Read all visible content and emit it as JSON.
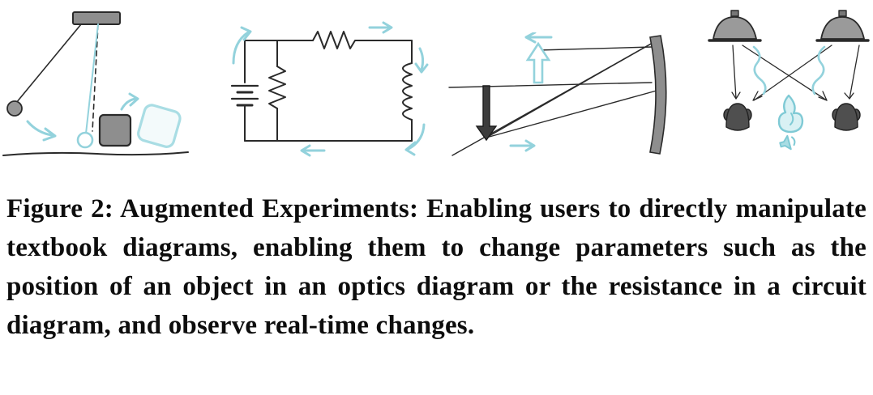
{
  "figure": {
    "caption": "Figure 2: Augmented Experiments: Enabling users to directly manipulate textbook diagrams, enabling them to change parameters such as the position of an object in an optics diagram or the resistance in a circuit diagram, and observe real-time changes."
  },
  "sketches": [
    {
      "name": "pendulum-collision-sketch",
      "description_icon": "pendulum-sketch"
    },
    {
      "name": "circuit-diagram-sketch",
      "description_icon": "circuit-sketch"
    },
    {
      "name": "concave-mirror-optics-sketch",
      "description_icon": "optics-sketch"
    },
    {
      "name": "speakers-interference-sketch",
      "description_icon": "speakers-sketch"
    }
  ],
  "colors": {
    "ink": "#2a2a2a",
    "accent_teal": "#93d2dc",
    "accent_teal_dark": "#7fcad5",
    "gray_fill": "#8e8e8e",
    "dark_fill": "#4f4f4f",
    "caption_color": "#0d0d0d",
    "background": "#ffffff"
  }
}
